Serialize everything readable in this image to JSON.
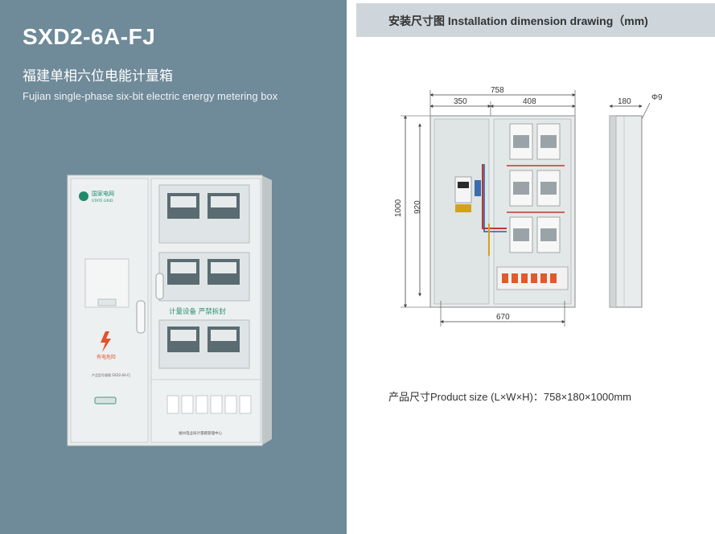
{
  "product": {
    "model": "SXD2-6A-FJ",
    "name_cn": "福建单相六位电能计量箱",
    "name_en": "Fujian single-phase six-bit electric energy metering box"
  },
  "photo": {
    "brand_label": "国家电网",
    "brand_sub": "STATE GRID",
    "seal_text": "计量设备 严禁拆封",
    "warning_text": "有电危险",
    "bottom_note": "福州电业局计量箱管理中心",
    "side_note": "产品型号规格 SXD2-6A-FJ"
  },
  "header": {
    "title_cn": "安装尺寸图",
    "title_en": "Installation dimension drawing（mm)"
  },
  "dimensions": {
    "total_width": "758",
    "left_width": "350",
    "right_width": "408",
    "total_height": "1000",
    "inner_height": "920",
    "mount_width": "670",
    "depth": "180",
    "hole": "Φ9"
  },
  "size_line": "产品尺寸Product size (L×W×H)：758×180×1000mm",
  "colors": {
    "left_bg": "#6f8a99",
    "header_bg": "#cfd6db",
    "cabinet": "#e8ecec"
  }
}
